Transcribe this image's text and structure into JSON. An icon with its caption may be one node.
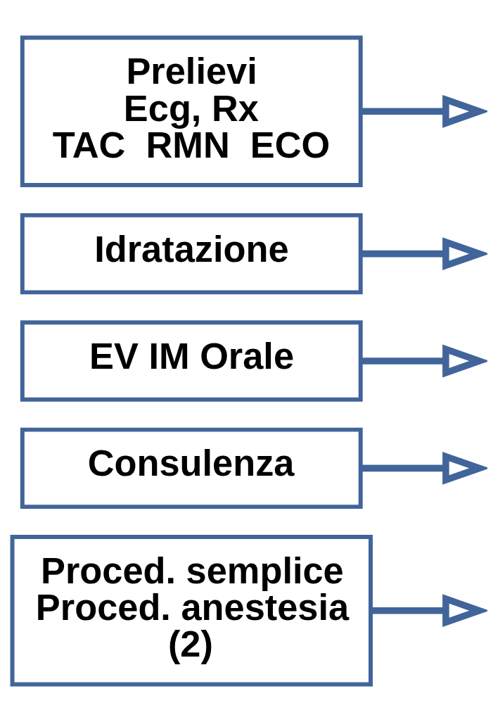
{
  "diagram": {
    "nodes": [
      {
        "text": [
          "Prelievi",
          "Ecg, Rx",
          "TAC  RMN  ECO"
        ]
      },
      {
        "text": [
          "Idratazione"
        ]
      },
      {
        "text": [
          "EV IM Orale"
        ]
      },
      {
        "text": [
          "Consulenza"
        ]
      },
      {
        "text": [
          "Proced. semplice",
          "Proced. anestesia",
          "(2)"
        ]
      }
    ],
    "edges": [
      {
        "from": 0,
        "to": null,
        "arrow": "to"
      },
      {
        "from": 1,
        "to": null,
        "arrow": "to"
      },
      {
        "from": 2,
        "to": null,
        "arrow": "to"
      },
      {
        "from": 3,
        "to": null,
        "arrow": "to"
      },
      {
        "from": 4,
        "to": null,
        "arrow": "to"
      }
    ]
  }
}
